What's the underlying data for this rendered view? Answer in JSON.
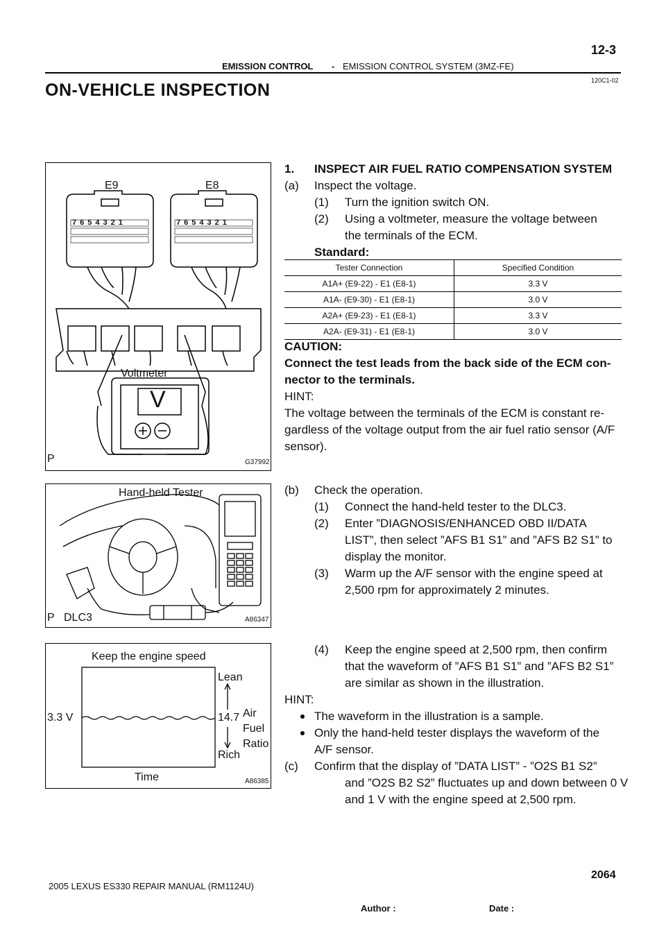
{
  "header": {
    "dash1": "-",
    "section": "EMISSION CONTROL",
    "dash2": "-",
    "subsection": "EMISSION CONTROL SYSTEM (3MZ-FE)",
    "page": "12-3",
    "doc_code": "120C1-02"
  },
  "title": "ON-VEHICLE  INSPECTION",
  "fig1": {
    "e9": "E9",
    "e8": "E8",
    "e9_row1": [
      "7",
      "6",
      "5",
      "4",
      "3",
      "2",
      "1"
    ],
    "e8_row1": [
      "7",
      "6",
      "5",
      "4",
      "3",
      "2",
      "1"
    ],
    "voltmeter": "Voltmeter",
    "v": "V",
    "p": "P",
    "code": "G37992"
  },
  "fig2": {
    "tester": "Hand-held  Tester",
    "dlc3": "DLC3",
    "p": "P",
    "code": "A86347"
  },
  "fig3": {
    "keep": "Keep the engine speed",
    "lean": "Lean",
    "v33": "3.3 V",
    "v147": "14.7",
    "air": "Air",
    "fuel": "Fuel",
    "ratio": "Ratio",
    "rich": "Rich",
    "time": "Time",
    "code": "A86385"
  },
  "step1": {
    "num": "1.",
    "text": "INSPECT AIR FUEL RATIO COMPENSATION SYSTEM",
    "a_label": "(a)",
    "a_text": "Inspect the voltage.",
    "s1_label": "(1)",
    "s1_text": "Turn the ignition switch ON.",
    "s2_label": "(2)",
    "s2_line1": "Using a voltmeter, measure the voltage between",
    "s2_line2": "the terminals of the ECM.",
    "standard": "Standard:"
  },
  "spec_table": {
    "headers": [
      "Tester Connection",
      "Specified Condition"
    ],
    "rows": [
      [
        "A1A+ (E9-22) - E1 (E8-1)",
        "3.3 V"
      ],
      [
        "A1A- (E9-30) - E1 (E8-1)",
        "3.0 V"
      ],
      [
        "A2A+ (E9-23) - E1 (E8-1)",
        "3.3 V"
      ],
      [
        "A2A- (E9-31) - E1 (E8-1)",
        "3.0 V"
      ]
    ]
  },
  "caution": {
    "label": "CAUTION:",
    "line1": "Connect the test leads from the back side of the ECM con-",
    "line2": "nector to the terminals."
  },
  "hint1": {
    "label": "HINT:",
    "line1": "The voltage between the terminals of the ECM is constant re-",
    "line2": "gardless of the voltage output from the air fuel ratio sensor (A/F",
    "line3": "sensor)."
  },
  "step_b": {
    "label": "(b)",
    "text": "Check the operation.",
    "s1_label": "(1)",
    "s1_text": "Connect the hand-held tester to the DLC3.",
    "s2_label": "(2)",
    "s2_line1": "Enter ”DIAGNOSIS/ENHANCED OBD II/DATA",
    "s2_line2": "LIST”, then select ”AFS B1 S1” and ”AFS B2 S1” to",
    "s2_line3": "display the monitor.",
    "s3_label": "(3)",
    "s3_line1": "Warm up the A/F sensor with the engine speed at",
    "s3_line2": "2,500 rpm for approximately 2 minutes.",
    "s4_label": "(4)",
    "s4_line1": "Keep the engine speed at 2,500 rpm, then confirm",
    "s4_line2": "that the waveform of ”AFS B1 S1” and ”AFS B2 S1”",
    "s4_line3": "are similar as shown in the illustration."
  },
  "hint2": {
    "label": "HINT:",
    "b1": "The waveform in the illustration is a sample.",
    "b2_line1": "Only the hand-held tester displays the waveform of the",
    "b2_line2": "A/F sensor."
  },
  "step_c": {
    "label": "(c)",
    "line1": "Confirm that the display of ”DATA LIST” - ”O2S B1 S2”",
    "line2": "and ”O2S B2 S2” fluctuates up and down between 0 V",
    "line3": "and 1 V with the engine speed at 2,500 rpm."
  },
  "footer": {
    "page_total": "2064",
    "manual": "2005 LEXUS ES330 REPAIR MANUAL   (RM1124U)",
    "author": "Author :",
    "date": "Date :"
  }
}
